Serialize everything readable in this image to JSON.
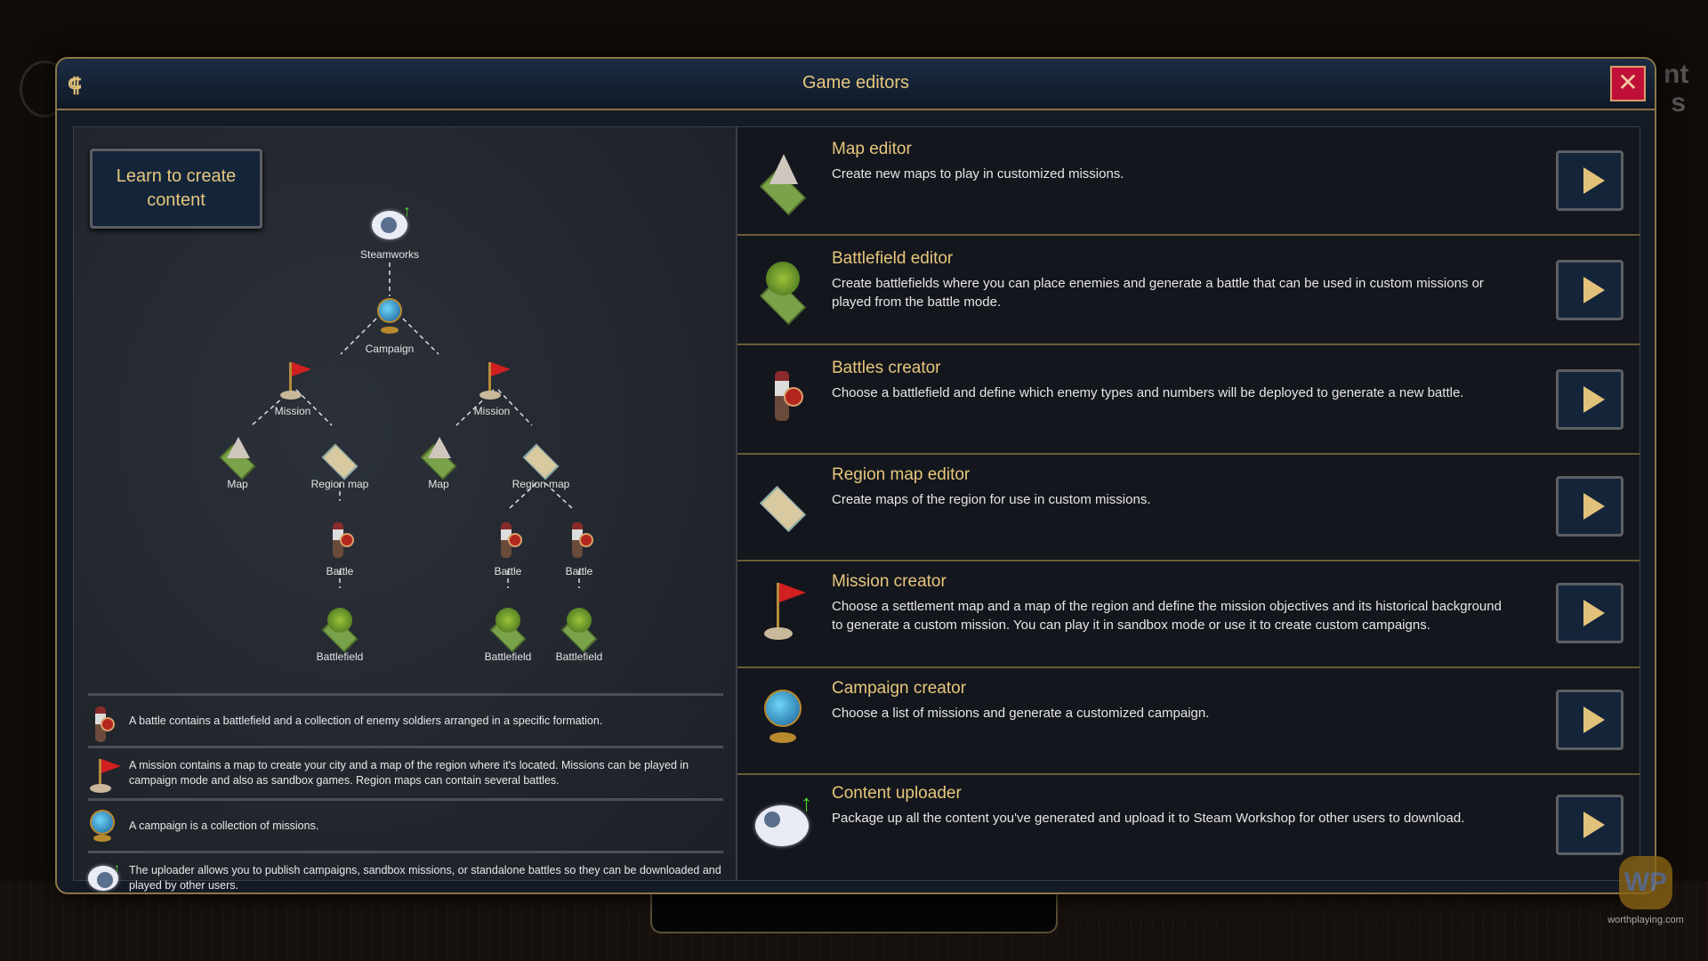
{
  "dialog": {
    "title": "Game editors",
    "close_icon": "close-icon"
  },
  "learn_button": "Learn to create content",
  "tree": {
    "steamworks": "Steamworks",
    "campaign": "Campaign",
    "mission": "Mission",
    "map": "Map",
    "region_map": "Region map",
    "battle": "Battle",
    "battlefield": "Battlefield"
  },
  "notes": [
    {
      "icon": "battle-icon",
      "text": "A battle contains a battlefield and a collection of enemy soldiers arranged in a specific formation."
    },
    {
      "icon": "mission-flag-icon",
      "text": "A mission contains a map to create your city and a map of the region where it's located. Missions can be played in campaign mode and also as sandbox games. Region maps can contain several battles."
    },
    {
      "icon": "globe-icon",
      "text": "A campaign is a collection of missions."
    },
    {
      "icon": "steam-upload-icon",
      "text": "The uploader allows you to publish campaigns, sandbox missions, or standalone battles so they can be downloaded and played by other users."
    }
  ],
  "editors": [
    {
      "icon": "map-editor-icon",
      "title": "Map editor",
      "desc": "Create new maps to play in customized missions."
    },
    {
      "icon": "battlefield-icon",
      "title": "Battlefield editor",
      "desc": "Create battlefields where you can place enemies and generate a battle that can be used in custom missions or played from the battle mode."
    },
    {
      "icon": "battle-icon",
      "title": "Battles creator",
      "desc": "Choose a battlefield and define which enemy types and numbers will be deployed to generate a new battle."
    },
    {
      "icon": "region-map-icon",
      "title": "Region map editor",
      "desc": "Create maps of the region for use in custom missions."
    },
    {
      "icon": "mission-flag-icon",
      "title": "Mission creator",
      "desc": "Choose a settlement map and a map of the region and define the mission objectives and its historical background to generate a custom mission. You can play it in sandbox mode or use it to create custom campaigns."
    },
    {
      "icon": "globe-icon",
      "title": "Campaign creator",
      "desc": "Choose a list of missions and generate a customized campaign."
    },
    {
      "icon": "steam-upload-icon",
      "title": "Content uploader",
      "desc": "Package up all the content you've generated and upload it to Steam Workshop for other users to download."
    }
  ],
  "watermark": "worthplaying.com",
  "watermark_logo": "WP"
}
